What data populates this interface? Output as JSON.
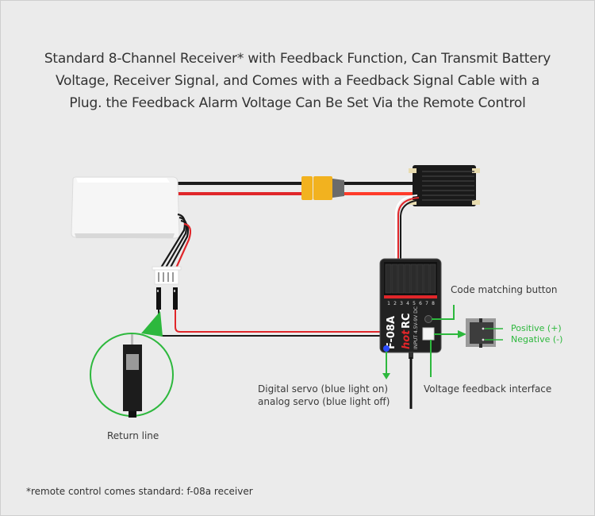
{
  "headline": {
    "lines": [
      "Standard 8-Channel Receiver* with Feedback Function, Can Transmit Battery",
      "Voltage, Receiver Signal, and Comes with a Feedback Signal Cable with a",
      "Plug. the Feedback Alarm Voltage Can Be Set Via the Remote Control"
    ]
  },
  "receiver": {
    "model": "F-08A",
    "brand_prefix": "hot",
    "brand_suffix": "RC",
    "input_label": "INPUT 4.5V-9V DC",
    "channels": [
      "1",
      "2",
      "3",
      "4",
      "5",
      "6",
      "7",
      "8"
    ]
  },
  "labels": {
    "code_matching": "Code matching button",
    "positive": "Positive (+)",
    "negative": "Negative (-)",
    "servo_line1": "Digital servo (blue light on)",
    "servo_line2": "analog servo (blue light off)",
    "voltage_feedback": "Voltage feedback interface",
    "return_line": "Return line"
  },
  "footnote": "*remote control comes standard: f-08a receiver",
  "colors": {
    "background": "#ebebeb",
    "accent_green": "#2db83d",
    "wire_red": "#e0262a",
    "wire_black": "#1a1a1a",
    "connector_yellow": "#f2b21f",
    "led_blue": "#2a4bff"
  }
}
